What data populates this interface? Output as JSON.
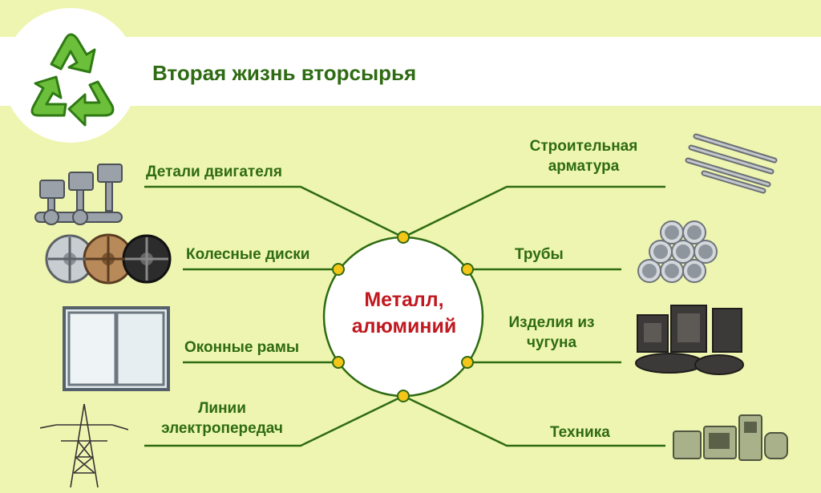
{
  "title": "Вторая жизнь вторсырья",
  "center": {
    "line1": "Металл,",
    "line2": "алюминий"
  },
  "left_items": [
    {
      "label": "Детали двигателя",
      "icon": "engine-parts-icon"
    },
    {
      "label": "Колесные диски",
      "icon": "wheel-rims-icon"
    },
    {
      "label": "Оконные рамы",
      "icon": "window-frame-icon"
    },
    {
      "label_line1": "Линии",
      "label_line2": "электропередач",
      "icon": "power-line-tower-icon"
    }
  ],
  "right_items": [
    {
      "label_line1": "Строительная",
      "label_line2": "арматура",
      "icon": "rebar-icon"
    },
    {
      "label": "Трубы",
      "icon": "pipes-icon"
    },
    {
      "label_line1": "Изделия из",
      "label_line2": "чугуна",
      "icon": "cast-iron-products-icon"
    },
    {
      "label": "Техника",
      "icon": "appliances-icon"
    }
  ],
  "colors": {
    "accent_green": "#2e6b12",
    "center_text": "#c0181f",
    "node_fill": "#f5c518",
    "background": "#eef5b0"
  }
}
